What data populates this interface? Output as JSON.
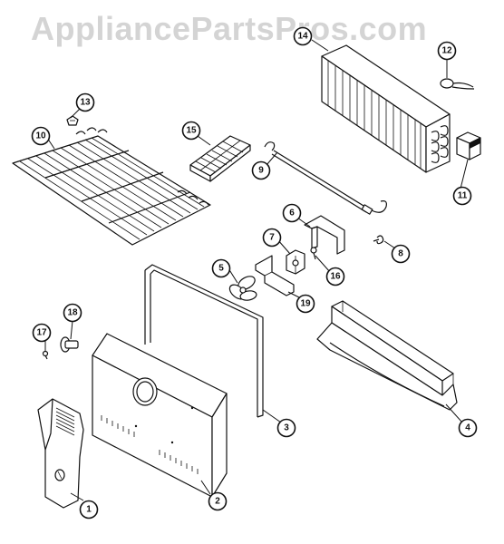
{
  "watermark": "AppliancePartsPros.com",
  "callouts": [
    {
      "id": "1",
      "label": "1"
    },
    {
      "id": "2",
      "label": "2"
    },
    {
      "id": "3",
      "label": "3"
    },
    {
      "id": "4",
      "label": "4"
    },
    {
      "id": "5",
      "label": "5"
    },
    {
      "id": "6",
      "label": "6"
    },
    {
      "id": "7",
      "label": "7"
    },
    {
      "id": "8",
      "label": "8"
    },
    {
      "id": "9",
      "label": "9"
    },
    {
      "id": "10",
      "label": "10"
    },
    {
      "id": "11",
      "label": "11"
    },
    {
      "id": "12",
      "label": "12"
    },
    {
      "id": "13",
      "label": "13"
    },
    {
      "id": "14",
      "label": "14"
    },
    {
      "id": "15",
      "label": "15"
    },
    {
      "id": "16",
      "label": "16"
    },
    {
      "id": "17",
      "label": "17"
    },
    {
      "id": "18",
      "label": "18"
    },
    {
      "id": "19",
      "label": "19"
    }
  ]
}
